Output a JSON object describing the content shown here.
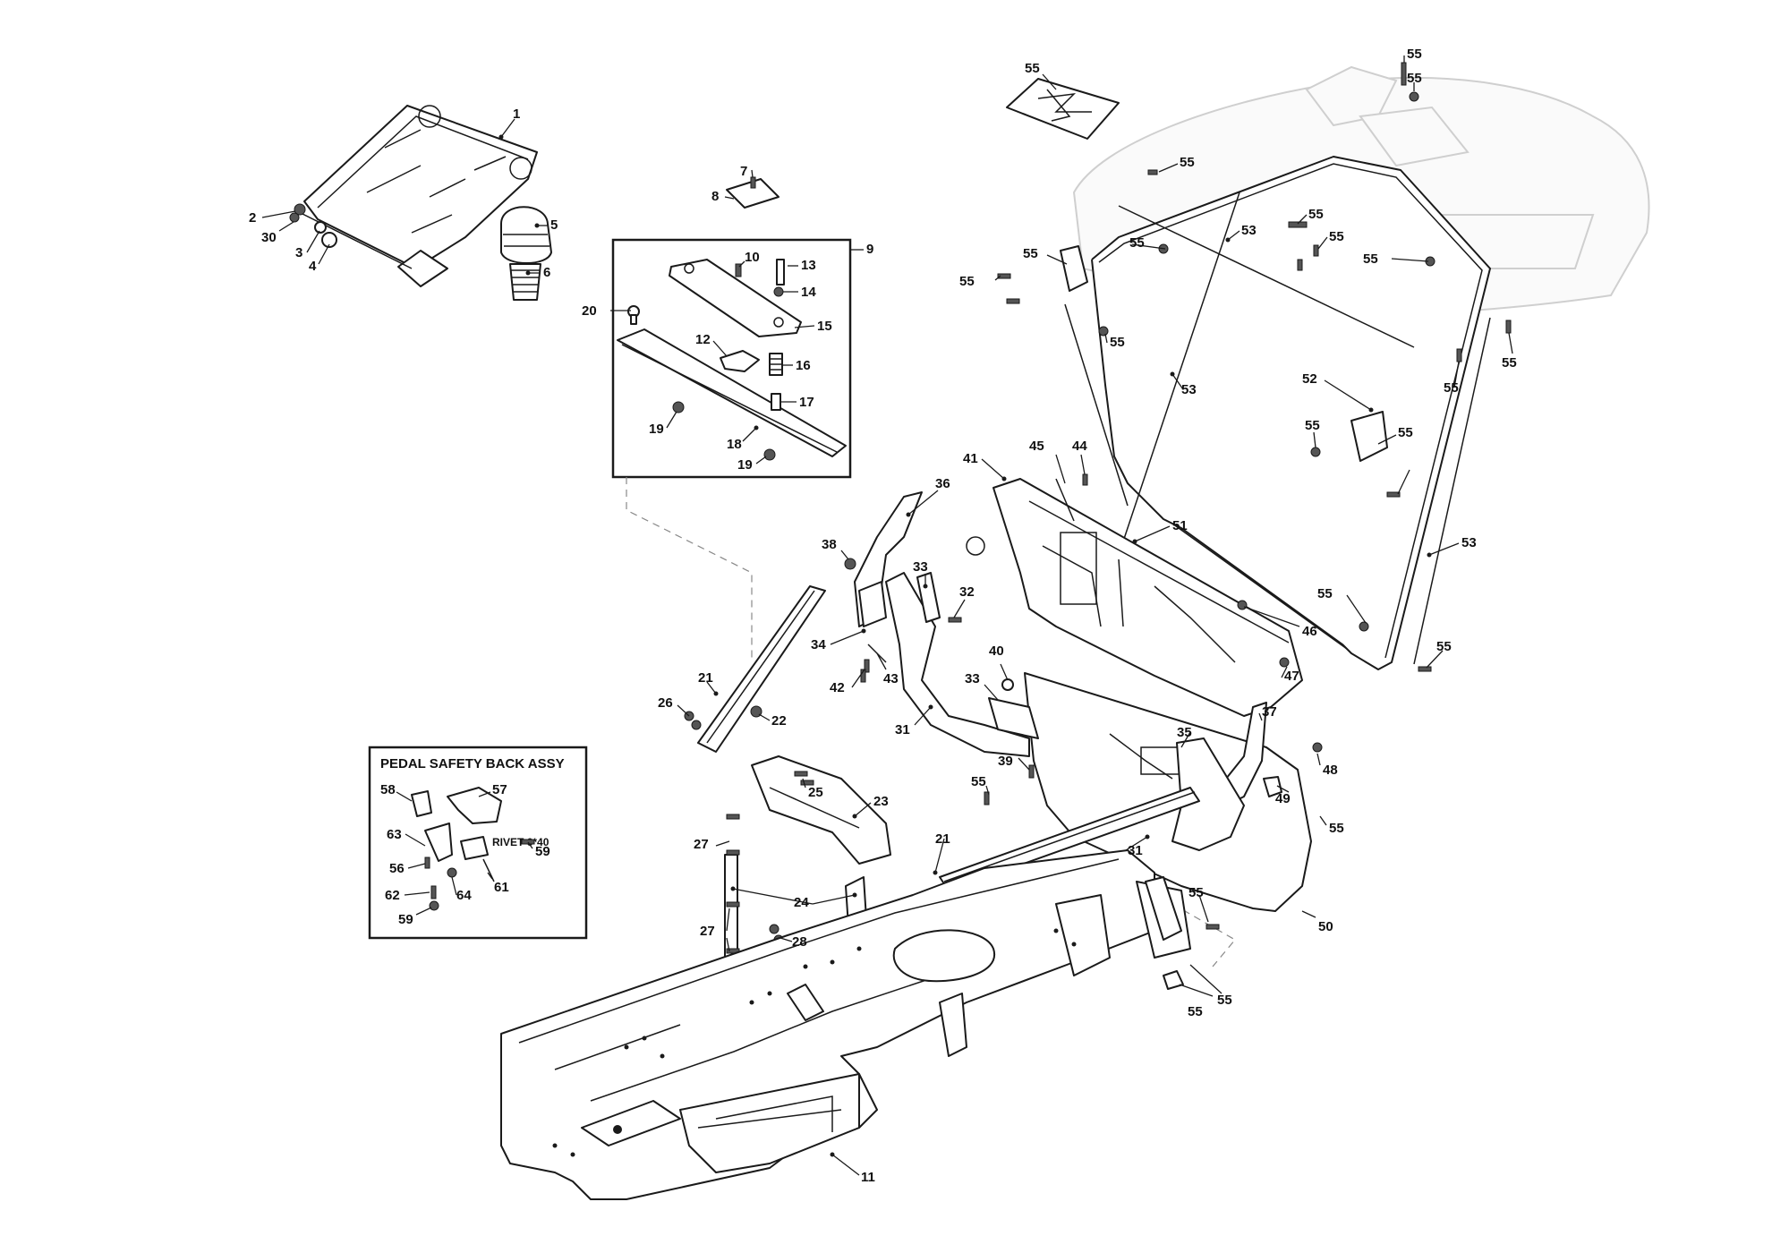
{
  "diagram": {
    "inset_title": "PEDAL SAFETY BACK ASSY",
    "rivet_note": "RIVET 6*40",
    "callouts": [
      {
        "id": "c1",
        "text": "1"
      },
      {
        "id": "c2",
        "text": "2"
      },
      {
        "id": "c30",
        "text": "30"
      },
      {
        "id": "c3",
        "text": "3"
      },
      {
        "id": "c4",
        "text": "4"
      },
      {
        "id": "c5",
        "text": "5"
      },
      {
        "id": "c6",
        "text": "6"
      },
      {
        "id": "c7",
        "text": "7"
      },
      {
        "id": "c8",
        "text": "8"
      },
      {
        "id": "c9",
        "text": "9"
      },
      {
        "id": "c10",
        "text": "10"
      },
      {
        "id": "c13",
        "text": "13"
      },
      {
        "id": "c14",
        "text": "14"
      },
      {
        "id": "c20",
        "text": "20"
      },
      {
        "id": "c12",
        "text": "12"
      },
      {
        "id": "c15",
        "text": "15"
      },
      {
        "id": "c16",
        "text": "16"
      },
      {
        "id": "c17",
        "text": "17"
      },
      {
        "id": "c19a",
        "text": "19"
      },
      {
        "id": "c18",
        "text": "18"
      },
      {
        "id": "c19b",
        "text": "19"
      },
      {
        "id": "c55a",
        "text": "55"
      },
      {
        "id": "c55b",
        "text": "55"
      },
      {
        "id": "c55c",
        "text": "55"
      },
      {
        "id": "c55d",
        "text": "55"
      },
      {
        "id": "c53a",
        "text": "53"
      },
      {
        "id": "c55e",
        "text": "55"
      },
      {
        "id": "c55f",
        "text": "55"
      },
      {
        "id": "c55g",
        "text": "55"
      },
      {
        "id": "c55h",
        "text": "55"
      },
      {
        "id": "c55i",
        "text": "55"
      },
      {
        "id": "c55j",
        "text": "55"
      },
      {
        "id": "c55k",
        "text": "55"
      },
      {
        "id": "c55l",
        "text": "55"
      },
      {
        "id": "c53b",
        "text": "53"
      },
      {
        "id": "c52",
        "text": "52"
      },
      {
        "id": "c55m",
        "text": "55"
      },
      {
        "id": "c55n",
        "text": "55"
      },
      {
        "id": "c55o",
        "text": "55"
      },
      {
        "id": "c41",
        "text": "41"
      },
      {
        "id": "c45",
        "text": "45"
      },
      {
        "id": "c44",
        "text": "44"
      },
      {
        "id": "c36",
        "text": "36"
      },
      {
        "id": "c51",
        "text": "51"
      },
      {
        "id": "c53c",
        "text": "53"
      },
      {
        "id": "c38",
        "text": "38"
      },
      {
        "id": "c33a",
        "text": "33"
      },
      {
        "id": "c32",
        "text": "32"
      },
      {
        "id": "c55p",
        "text": "55"
      },
      {
        "id": "c46",
        "text": "46"
      },
      {
        "id": "c34",
        "text": "34"
      },
      {
        "id": "c55q",
        "text": "55"
      },
      {
        "id": "c40",
        "text": "40"
      },
      {
        "id": "c47",
        "text": "47"
      },
      {
        "id": "c42",
        "text": "42"
      },
      {
        "id": "c43",
        "text": "43"
      },
      {
        "id": "c21a",
        "text": "21"
      },
      {
        "id": "c33b",
        "text": "33"
      },
      {
        "id": "c37",
        "text": "37"
      },
      {
        "id": "c26",
        "text": "26"
      },
      {
        "id": "c22",
        "text": "22"
      },
      {
        "id": "c31a",
        "text": "31"
      },
      {
        "id": "c35",
        "text": "35"
      },
      {
        "id": "c39",
        "text": "39"
      },
      {
        "id": "c48",
        "text": "48"
      },
      {
        "id": "c25",
        "text": "25"
      },
      {
        "id": "c23",
        "text": "23"
      },
      {
        "id": "c55r",
        "text": "55"
      },
      {
        "id": "c49",
        "text": "49"
      },
      {
        "id": "c27a",
        "text": "27"
      },
      {
        "id": "c21b",
        "text": "21"
      },
      {
        "id": "c55s",
        "text": "55"
      },
      {
        "id": "c31b",
        "text": "31"
      },
      {
        "id": "c24",
        "text": "24"
      },
      {
        "id": "c55t",
        "text": "55"
      },
      {
        "id": "c50",
        "text": "50"
      },
      {
        "id": "c27b",
        "text": "27"
      },
      {
        "id": "c28",
        "text": "28"
      },
      {
        "id": "c55u",
        "text": "55"
      },
      {
        "id": "c55v",
        "text": "55"
      },
      {
        "id": "c11",
        "text": "11"
      },
      {
        "id": "c58",
        "text": "58"
      },
      {
        "id": "c57",
        "text": "57"
      },
      {
        "id": "c63",
        "text": "63"
      },
      {
        "id": "c59a",
        "text": "59"
      },
      {
        "id": "c56",
        "text": "56"
      },
      {
        "id": "c61",
        "text": "61"
      },
      {
        "id": "c62",
        "text": "62"
      },
      {
        "id": "c64",
        "text": "64"
      },
      {
        "id": "c59b",
        "text": "59"
      }
    ]
  }
}
